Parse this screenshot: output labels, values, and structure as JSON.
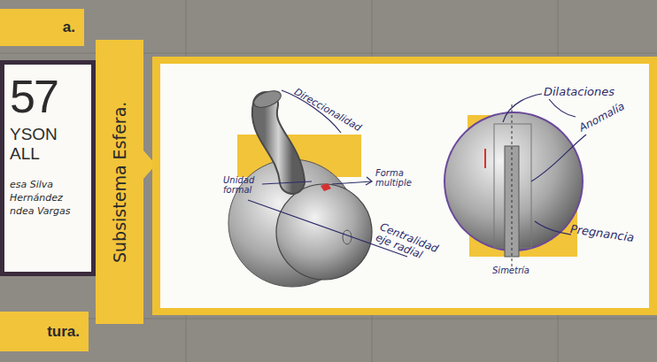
{
  "diagram": {
    "nodes": [
      {
        "text": [
          "a."
        ]
      },
      {
        "text": [
          "57",
          "YSON ALL",
          "esa Silva Hernández ndea Vargas"
        ]
      },
      {
        "text": [
          "tura."
        ]
      },
      {
        "text": [
          "Subsistema Esfera."
        ]
      }
    ],
    "labels": [
      "Direccionalidad",
      "Unidad formal",
      "Forma multiple",
      "Centralidad eje radial",
      "Dilataciones",
      "Anomalía",
      "Pregnancia",
      "Simetría"
    ]
  }
}
